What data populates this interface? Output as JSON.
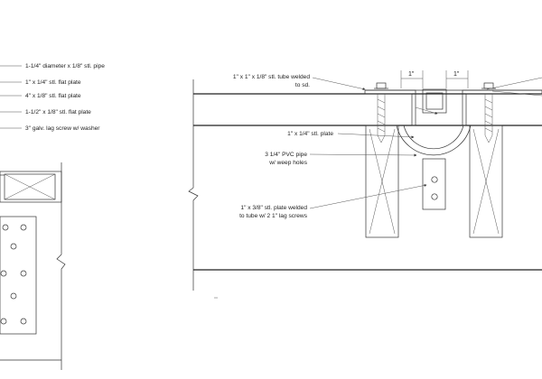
{
  "legend": [
    {
      "text": "1-1/4\" diameter x 1/8\" stl. pipe"
    },
    {
      "text": "1\" x 1/4\" stl. flat plate"
    },
    {
      "text": "4\" x 1/8\" stl. flat plate"
    },
    {
      "text": "1-1/2\" x 1/8\" stl. flat plate"
    },
    {
      "text": "3\" galv. lag screw w/ washer"
    }
  ],
  "callouts": {
    "tube_welded_line1": "1\" x 1\" x 1/8\" stl. tube welded",
    "tube_welded_line2": "to sd.",
    "plate": "1\" x 1/4\" stl. plate",
    "pvc_line1": "3 1/4\" PVC pipe",
    "pvc_line2": "w/ weep holes",
    "plate_welded_line1": "1\" x 3/8\" stl. plate welded",
    "plate_welded_line2": "to tube w/ 2 1\" lag screws"
  },
  "dimensions": {
    "left": "1\"",
    "right": "1\""
  }
}
